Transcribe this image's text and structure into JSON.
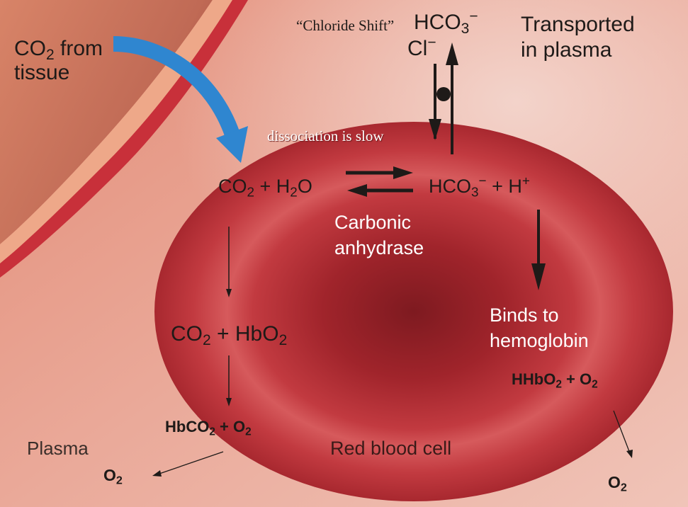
{
  "labels": {
    "co2_from_tissue": {
      "line1_prefix": "CO",
      "line1_sub": "2",
      "line1_suffix": " from",
      "line2": "tissue"
    },
    "chloride_shift": "“Chloride Shift”",
    "hco3_out": {
      "base": "HCO",
      "sub": "3",
      "sup": "−"
    },
    "cl_in": {
      "base": "Cl",
      "sup": "−"
    },
    "transported": {
      "line1": "Transported",
      "line2": "in plasma"
    },
    "dissociation": "dissociation is slow",
    "reaction_left": {
      "a": "CO",
      "a_sub": "2",
      "plus": " + H",
      "b_sub": "2",
      "b_suffix": "O"
    },
    "reaction_right": {
      "a": "HCO",
      "a_sub": "3",
      "a_sup": "−",
      "plus": " + H",
      "b_sup": "+"
    },
    "enzyme": {
      "line1": "Carbonic",
      "line2": "anhydrase"
    },
    "co2_hbo2": {
      "a": "CO",
      "a_sub": "2",
      "plus": " + HbO",
      "b_sub": "2"
    },
    "binds": {
      "line1": "Binds to",
      "line2": "hemoglobin"
    },
    "hhbo2": {
      "a": "HHbO",
      "a_sub": "2",
      "plus": " + O",
      "b_sub": "2"
    },
    "hbco2": {
      "a": "HbCO",
      "a_sub": "2",
      "plus": " + O",
      "b_sub": "2"
    },
    "plasma": "Plasma",
    "o2_left": {
      "a": "O",
      "a_sub": "2"
    },
    "red_blood_cell": "Red blood cell",
    "o2_right": {
      "a": "O",
      "a_sub": "2"
    }
  },
  "colors": {
    "plasma_bg": "#e9a898",
    "tissue": "#c46a55",
    "vessel_wall": "#c8303a",
    "cell_body": "#b92f35",
    "cell_center": "#8c1c22",
    "arrow_blue": "#2f86d0",
    "ink": "#1e1a18"
  }
}
